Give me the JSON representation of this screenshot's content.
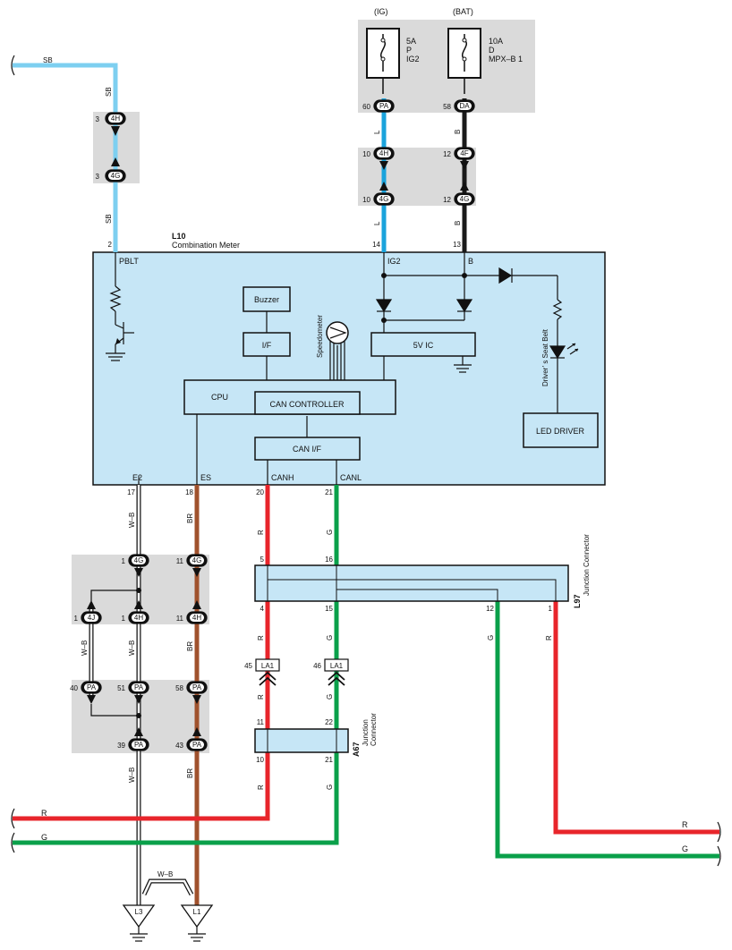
{
  "sources": {
    "ig": "(IG)",
    "bat": "(BAT)"
  },
  "fuses": {
    "ig": {
      "amp": "5A",
      "code": "P",
      "name": "IG2"
    },
    "bat": {
      "amp": "10A",
      "code": "D",
      "name": "MPX–B 1"
    }
  },
  "component": {
    "id": "L10",
    "name": "Combination Meter"
  },
  "junctions": {
    "l97": {
      "id": "L97",
      "name": "Junction Connector"
    },
    "a67": {
      "id": "A67",
      "name": "Junction\nConnector",
      "line1": "Junction",
      "line2": "Connector"
    }
  },
  "blocks": {
    "buzzer": "Buzzer",
    "if": "I/F",
    "cpu": "CPU",
    "can_controller": "CAN CONTROLLER",
    "can_if": "CAN I/F",
    "v5ic": "5V IC",
    "led_driver": "LED DRIVER",
    "speedometer": "Speedometer",
    "seat_belt": "Driver’ s Seat Belt"
  },
  "pins": {
    "pblt": "PBLT",
    "ig2": "IG2",
    "b": "B",
    "e2": "E2",
    "es": "ES",
    "canh": "CANH",
    "canl": "CANL"
  },
  "wire_colors": {
    "SB": "#7dcff0",
    "L": "#1aa3dc",
    "B": "#1a1a1a",
    "R": "#e8252b",
    "G": "#0aa04a",
    "BR": "#a0522d",
    "W-B": "#ffffff"
  },
  "wire_labels": {
    "sb": "SB",
    "l": "L",
    "b": "B",
    "r": "R",
    "g": "G",
    "br": "BR",
    "wb": "W–B"
  },
  "connectors": {
    "c4h": "4H",
    "c4g": "4G",
    "c4f": "4F",
    "c4j": "4J",
    "pa": "PA",
    "da": "DA",
    "la1": "LA1"
  },
  "pin_numbers": {
    "n1": "1",
    "n2": "2",
    "n3": "3",
    "n4": "4",
    "n5": "5",
    "n10": "10",
    "n11": "11",
    "n12": "12",
    "n13": "13",
    "n14": "14",
    "n15": "15",
    "n16": "16",
    "n17": "17",
    "n18": "18",
    "n20": "20",
    "n21": "21",
    "n22": "22",
    "n39": "39",
    "n40": "40",
    "n43": "43",
    "n45": "45",
    "n46": "46",
    "n51": "51",
    "n58": "58",
    "n60": "60"
  },
  "grounds": {
    "l3": "L3",
    "l1": "L1"
  },
  "colors": {
    "component_fill": "#c6e6f6",
    "connector_shade": "#dadada"
  }
}
